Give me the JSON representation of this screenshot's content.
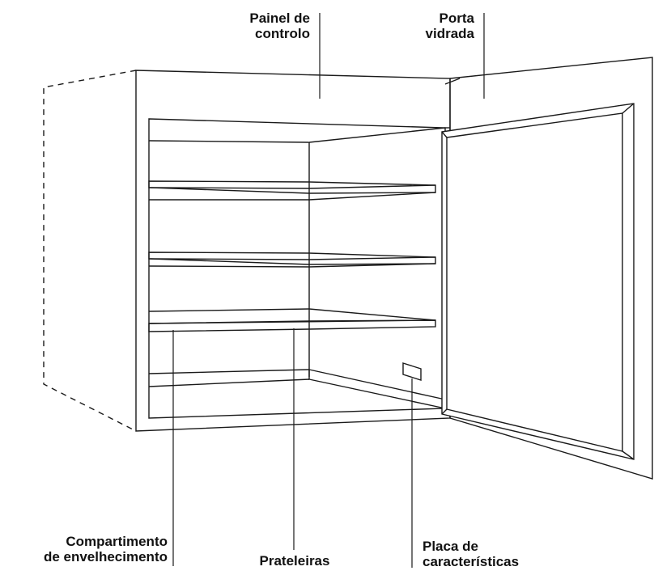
{
  "colors": {
    "stroke": "#1a1a1a",
    "background": "#ffffff",
    "text": "#111111"
  },
  "labels": {
    "control_panel": {
      "line1": "Painel de",
      "line2": "controlo"
    },
    "glass_door": {
      "line1": "Porta",
      "line2": "vidrada"
    },
    "aging_compartment": {
      "line1": "Compartimento",
      "line2": "de envelhecimento"
    },
    "shelves": {
      "line1": "Prateleiras"
    },
    "rating_plate": {
      "line1": "Placa de",
      "line2": "características"
    }
  }
}
